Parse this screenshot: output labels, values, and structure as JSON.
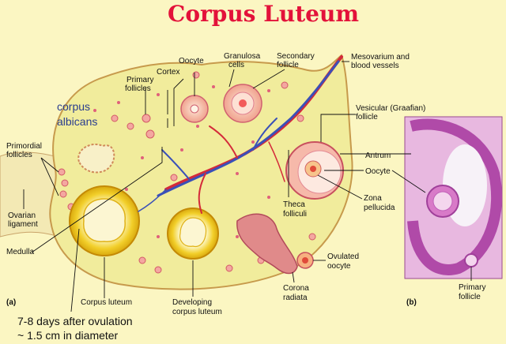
{
  "title": "Corpus Luteum",
  "labels": {
    "corpus": "corpus",
    "albicans": "albicans",
    "oocyte_top": "Oocyte",
    "granulosa_1": "Granulosa",
    "granulosa_2": "cells",
    "secondary_1": "Secondary",
    "secondary_2": "follicle",
    "mesovarium_1": "Mesovarium and",
    "mesovarium_2": "blood vessels",
    "cortex": "Cortex",
    "primary_1": "Primary",
    "primary_2": "follicles",
    "vesicular_1": "Vesicular (Graafian)",
    "vesicular_2": "follicle",
    "primordial_1": "Primordial",
    "primordial_2": "follicles",
    "antrum": "Antrum",
    "oocyte_right": "Oocyte",
    "zona_1": "Zona",
    "zona_2": "pellucida",
    "ovarian_1": "Ovarian",
    "ovarian_2": "ligament",
    "theca_1": "Theca",
    "theca_2": "folliculi",
    "medulla": "Medulla",
    "ovulated_1": "Ovulated",
    "ovulated_2": "oocyte",
    "corona_1": "Corona",
    "corona_2": "radiata",
    "primary_follicle_1": "Primary",
    "primary_follicle_2": "follicle",
    "panel_a": "(a)",
    "panel_b": "(b)",
    "corpus_luteum": "Corpus luteum",
    "developing_1": "Developing",
    "developing_2": "corpus luteum"
  },
  "caption": {
    "line1": "7-8 days after ovulation",
    "line2": "~ 1.5 cm in diameter"
  },
  "colors": {
    "title": "#e3123a",
    "ovary": "#f1ec9c",
    "luteum": "#efc61d",
    "follicle": "#f6c4b4",
    "vessel_red": "#d42a3a",
    "vessel_blue": "#3a50b8",
    "tissue": "#c470b8"
  }
}
